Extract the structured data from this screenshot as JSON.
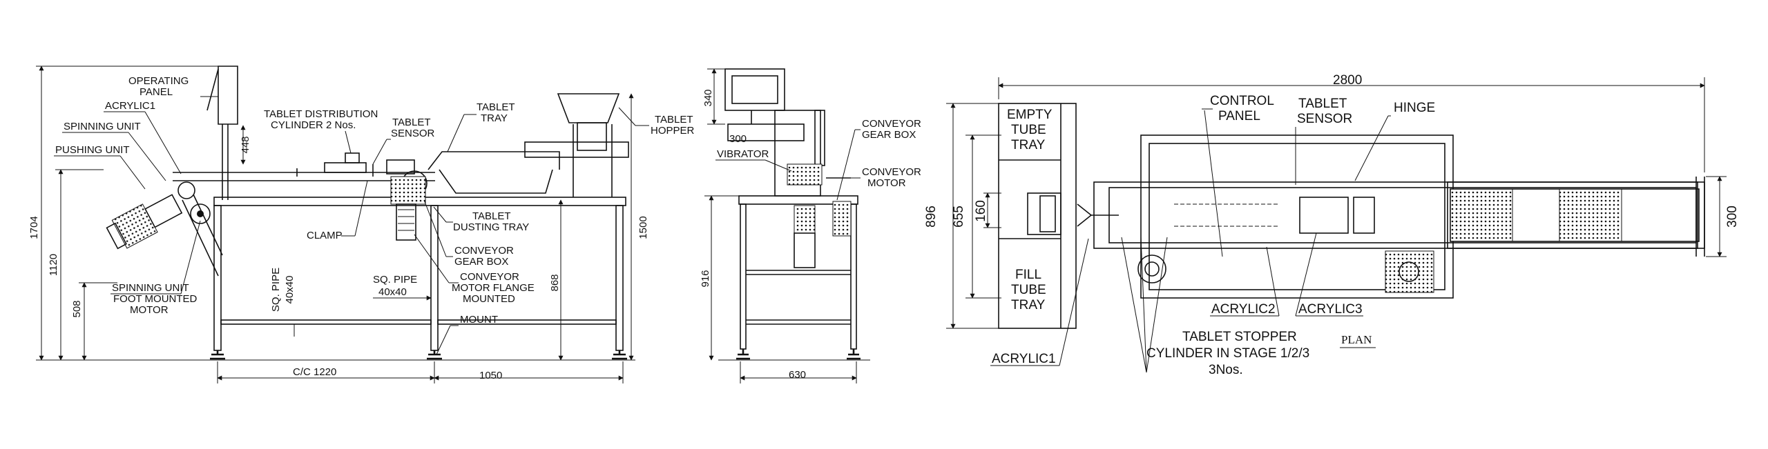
{
  "side_view": {
    "labels": {
      "operating_panel": [
        "OPERATING",
        "PANEL"
      ],
      "acrylic1": "ACRYLIC1",
      "spinning_unit": "SPINNING UNIT",
      "pushing_unit": "PUSHING UNIT",
      "tablet_distribution": [
        "TABLET DISTRIBUTION",
        "CYLINDER 2 Nos."
      ],
      "tablet_sensor": [
        "TABLET",
        "SENSOR"
      ],
      "tablet_tray": [
        "TABLET",
        "TRAY"
      ],
      "tablet_hopper": [
        "TABLET",
        "HOPPER"
      ],
      "tablet_dusting_tray": [
        "TABLET",
        "DUSTING TRAY"
      ],
      "clamp": "CLAMP",
      "conveyor_gear_box": [
        "CONVEYOR",
        "GEAR BOX"
      ],
      "conveyor_motor_flange": [
        "CONVEYOR",
        "MOTOR FLANGE",
        "MOUNTED"
      ],
      "spinning_unit_foot": [
        "SPINNING UNIT",
        "FOOT MOUNTED",
        "MOTOR"
      ],
      "sq_pipe_vertical": [
        "SQ. PIPE",
        "40x40"
      ],
      "sq_pipe_horizontal": [
        "SQ. PIPE",
        "40x40"
      ],
      "mount": "MOUNT"
    },
    "dims": {
      "overall_height": "1704",
      "height_1120": "1120",
      "height_508": "508",
      "height_448": "448",
      "height_1500": "1500",
      "height_868": "868",
      "cc": "C/C 1220",
      "w1050": "1050"
    }
  },
  "end_view": {
    "labels": {
      "vibrator": "VIBRATOR",
      "conveyor_gear_box": [
        "CONVEYOR",
        "GEAR BOX"
      ],
      "conveyor_motor": [
        "CONVEYOR",
        "MOTOR"
      ]
    },
    "dims": {
      "d340": "340",
      "d300": "300",
      "d916": "916",
      "d630": "630"
    }
  },
  "plan_view": {
    "labels": {
      "empty_tube_tray": [
        "EMPTY",
        "TUBE",
        "TRAY"
      ],
      "fill_tube_tray": [
        "FILL",
        "TUBE",
        "TRAY"
      ],
      "control_panel": [
        "CONTROL",
        "PANEL"
      ],
      "tablet_sensor": [
        "TABLET",
        "SENSOR"
      ],
      "hinge": "HINGE",
      "acrylic2": "ACRYLIC2",
      "acrylic3": "ACRYLIC3",
      "acrylic1": "ACRYLIC1",
      "tablet_stopper": [
        "TABLET STOPPER",
        "CYLINDER IN STAGE 1/2/3",
        "3Nos."
      ],
      "plan": "PLAN"
    },
    "dims": {
      "d2800": "2800",
      "d896": "896",
      "d655": "655",
      "d160": "160",
      "d300": "300"
    }
  }
}
